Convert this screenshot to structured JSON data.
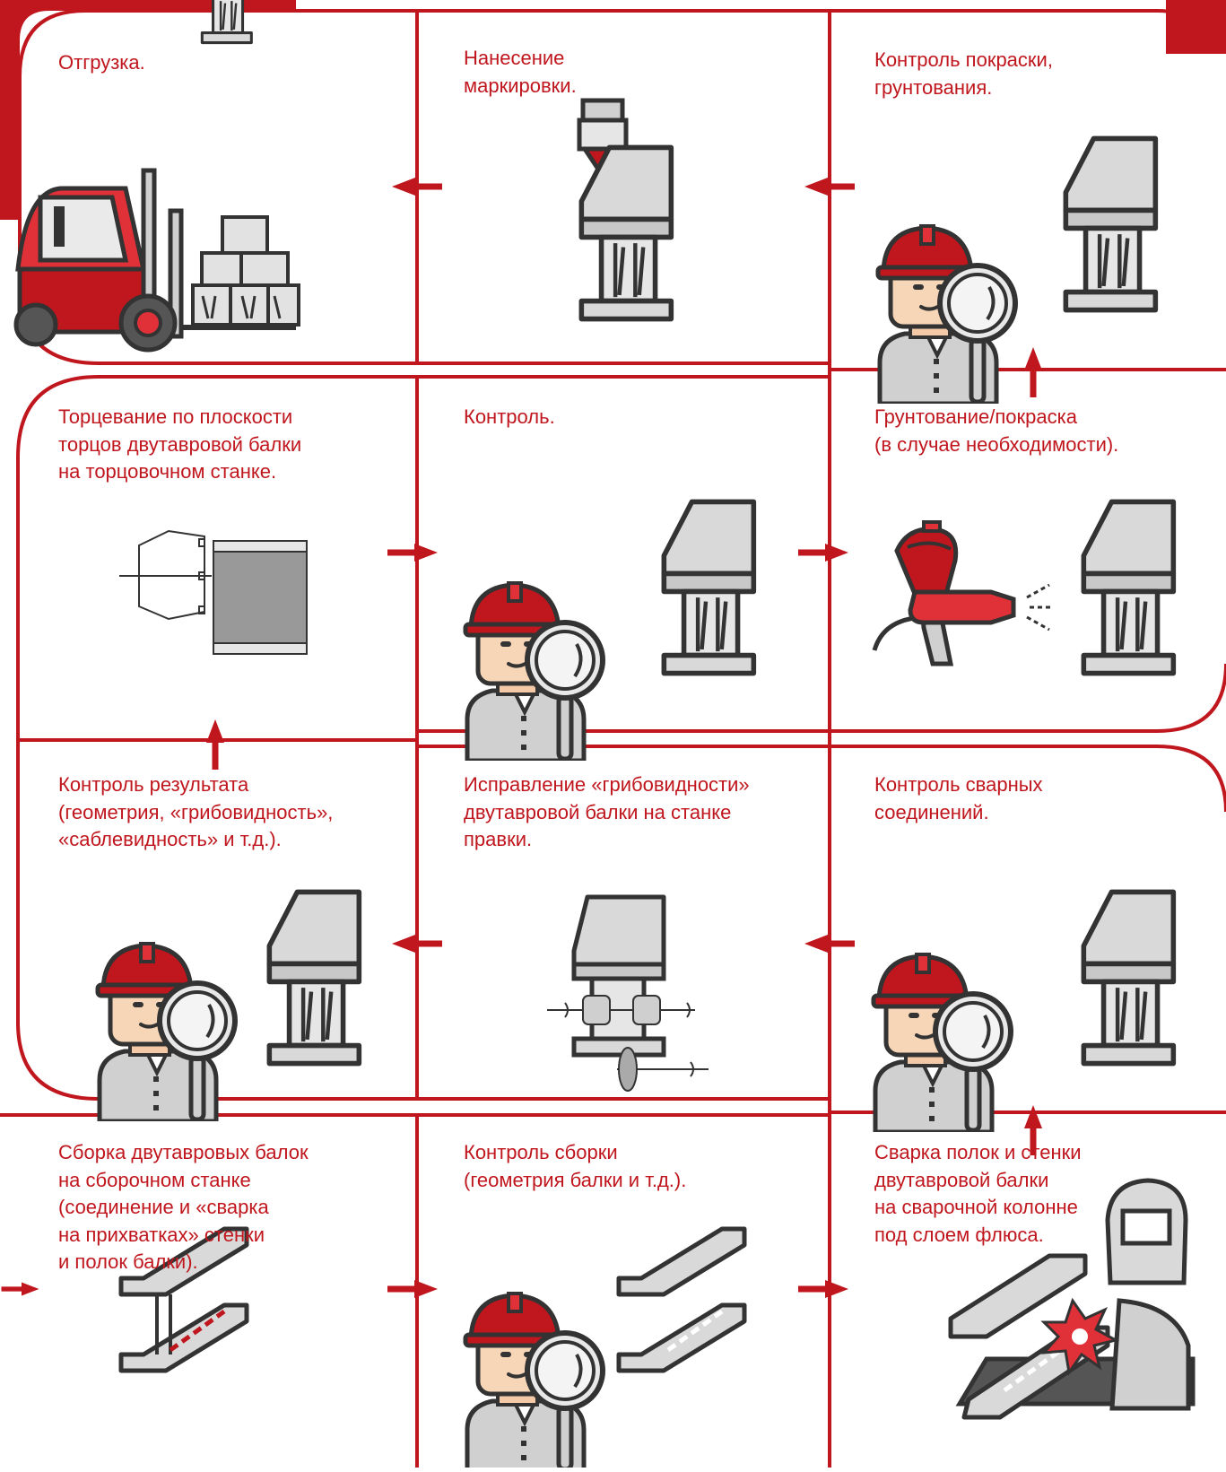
{
  "colors": {
    "accent": "#c0161d",
    "outline": "#333333",
    "steel": "#d9d9d9"
  },
  "steps": [
    {
      "id": "shipping",
      "text": "Отгрузка.",
      "illustration": "forklift-icon"
    },
    {
      "id": "marking",
      "text": "Нанесение\nмаркировки.",
      "illustration": "marking-head-icon"
    },
    {
      "id": "paint-control",
      "text": "Контроль покраски,\nгрунтования.",
      "illustration": "inspector-icon"
    },
    {
      "id": "facing",
      "text": "Торцевание по плоскости\nторцов двутавровой балки\nна торцовочном станке.",
      "illustration": "facing-machine-icon"
    },
    {
      "id": "control",
      "text": "Контроль.",
      "illustration": "inspector-icon"
    },
    {
      "id": "painting",
      "text": "Грунтование/покраска\n(в случае необходимости).",
      "illustration": "spray-gun-icon"
    },
    {
      "id": "result-control",
      "text": "Контроль результата\n(геометрия, «грибовидность»,\n«саблевидность» и т.д.).",
      "illustration": "inspector-icon"
    },
    {
      "id": "straightening",
      "text": "Исправление «грибовидности»\nдвутавровой балки на станке\nправки.",
      "illustration": "straightening-rollers-icon"
    },
    {
      "id": "weld-control",
      "text": "Контроль сварных\nсоединений.",
      "illustration": "inspector-icon"
    },
    {
      "id": "assembly",
      "text": "Сборка двутавровых балок\nна сборочном станке\n(соединение и «сварка\nна прихватках» стенки\nи полок балки).",
      "illustration": "i-beam-icon"
    },
    {
      "id": "assembly-control",
      "text": "Контроль сборки\n(геометрия балки и т.д.).",
      "illustration": "inspector-icon"
    },
    {
      "id": "welding",
      "text": "Сварка полок и стенки\nдвутавровой балки\nна сварочной колонне\nпод слоем флюса.",
      "illustration": "welder-icon"
    }
  ],
  "flow": [
    {
      "from": "assembly",
      "to": "assembly-control",
      "direction": "right"
    },
    {
      "from": "assembly-control",
      "to": "welding",
      "direction": "right"
    },
    {
      "from": "welding",
      "to": "weld-control",
      "direction": "up"
    },
    {
      "from": "weld-control",
      "to": "straightening",
      "direction": "left"
    },
    {
      "from": "straightening",
      "to": "result-control",
      "direction": "left"
    },
    {
      "from": "result-control",
      "to": "facing",
      "direction": "up"
    },
    {
      "from": "facing",
      "to": "control",
      "direction": "right"
    },
    {
      "from": "control",
      "to": "painting",
      "direction": "right"
    },
    {
      "from": "painting",
      "to": "paint-control",
      "direction": "up"
    },
    {
      "from": "paint-control",
      "to": "marking",
      "direction": "left"
    },
    {
      "from": "marking",
      "to": "shipping",
      "direction": "left"
    }
  ]
}
